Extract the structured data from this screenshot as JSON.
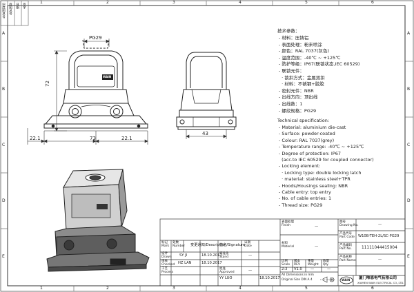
{
  "frame": {
    "col_numbers": [
      "1",
      "2",
      "3",
      "4",
      "5",
      "6"
    ],
    "row_letters": [
      "A",
      "B",
      "C",
      "D",
      "E"
    ],
    "stamp_labels": [
      "旧底图总号",
      "底图总号",
      "日期",
      "签字"
    ]
  },
  "dimensions": {
    "pg29": "PG29",
    "height_72": "72",
    "width_22_1_left": "22.1",
    "width_73": "73",
    "width_22_1_right": "22.1",
    "width_43": "43"
  },
  "icons": {
    "logo": "wain-logo-icon",
    "projection": "projection-symbol-icon"
  },
  "spec": {
    "cn_title": "技术参数：",
    "cn_lines": [
      "- 材料：压铸铝",
      "- 表面处理：粉末喷涂",
      "- 颜色：RAL 7037(灰色)",
      "- 温度范围：-40℃ ~ +125℃",
      "- 防护等级：IP67(联锁状态,IEC 60529)",
      "- 联锁元件：",
      "  · 锁扣方式：金属双扣",
      "  · 材料：不锈钢+胶胶",
      "- 密封元件：NBR",
      "- 出线方向：顶出线",
      "- 出线数：1",
      "- 螺纹规格：PG29"
    ],
    "en_title": "Technical specification:",
    "en_lines": [
      "- Material: aluminium die-cast",
      "- Surface: powder-coated",
      "- Colour: RAL 7037(grey)",
      "- Temperature range: -40℃ ~ +125℃",
      "- Degree of protection: IP67",
      "  (acc.to IEC 60529 for coupled connector)",
      "- Locking element:",
      "  · Locking type: double locking latch",
      "  · material: stainless steel+TPR",
      "- Hoods/Housings sealing: NBR",
      "- Cable entry: top entry",
      "- No. of cable entries: 1",
      "- Thread size: PG29"
    ]
  },
  "title_block": {
    "header": {
      "mark": "标记\nMark",
      "number": "处数\nNumber",
      "change": "变更通知/Description",
      "signature": "签名/Signature",
      "date": "日期\nDate"
    },
    "rows": [
      {
        "label": "设计\nDrawn",
        "name": "SY JI",
        "date": "18.10.2017"
      },
      {
        "label": "审核\nChecked",
        "name": "HZ LAN",
        "date": "18.10.2017"
      },
      {
        "label": "工艺\nProcess",
        "name": "",
        "date": ""
      }
    ],
    "standard_label": "标准化\nStand",
    "approved_label": "批准\nApproved",
    "approved_name": "YY LUO",
    "approved_date": "18.10.2017",
    "dash": "—",
    "finish_label": "表面处理\nFinish",
    "finish_value": "—",
    "material_label": "材料\nMaterial",
    "material_value": "—",
    "scale_label": "比例\nScale",
    "scale_value": "2:3",
    "rev_label": "版本\nREV",
    "rev_value": "V1.0",
    "weight_label": "重量\nWeight",
    "weight_value": "—",
    "qty_label": "数量\nQty",
    "qty_value": "—",
    "dims_note_1": "All Dimensions in mm",
    "dims_note_2": "Original Size DIN A 4",
    "drawing_no_label": "图号\nDrawing No.",
    "drawing_no_value": "—",
    "part_code_label": "产品代号\nPart Code",
    "part_code_value": "W10B-TEH-2L/SC-PG29",
    "part_no_label": "产品编码\nPart No.",
    "part_no_value": "11111044415004",
    "part_name_label": "产品名称\nPart Name",
    "part_name_value": "—",
    "logo_text": "WAIN",
    "company_cn": "厦门唯恩电气有限公司",
    "company_en": "XIAMEN WAIN ELECTRICAL CO.,LTD."
  }
}
